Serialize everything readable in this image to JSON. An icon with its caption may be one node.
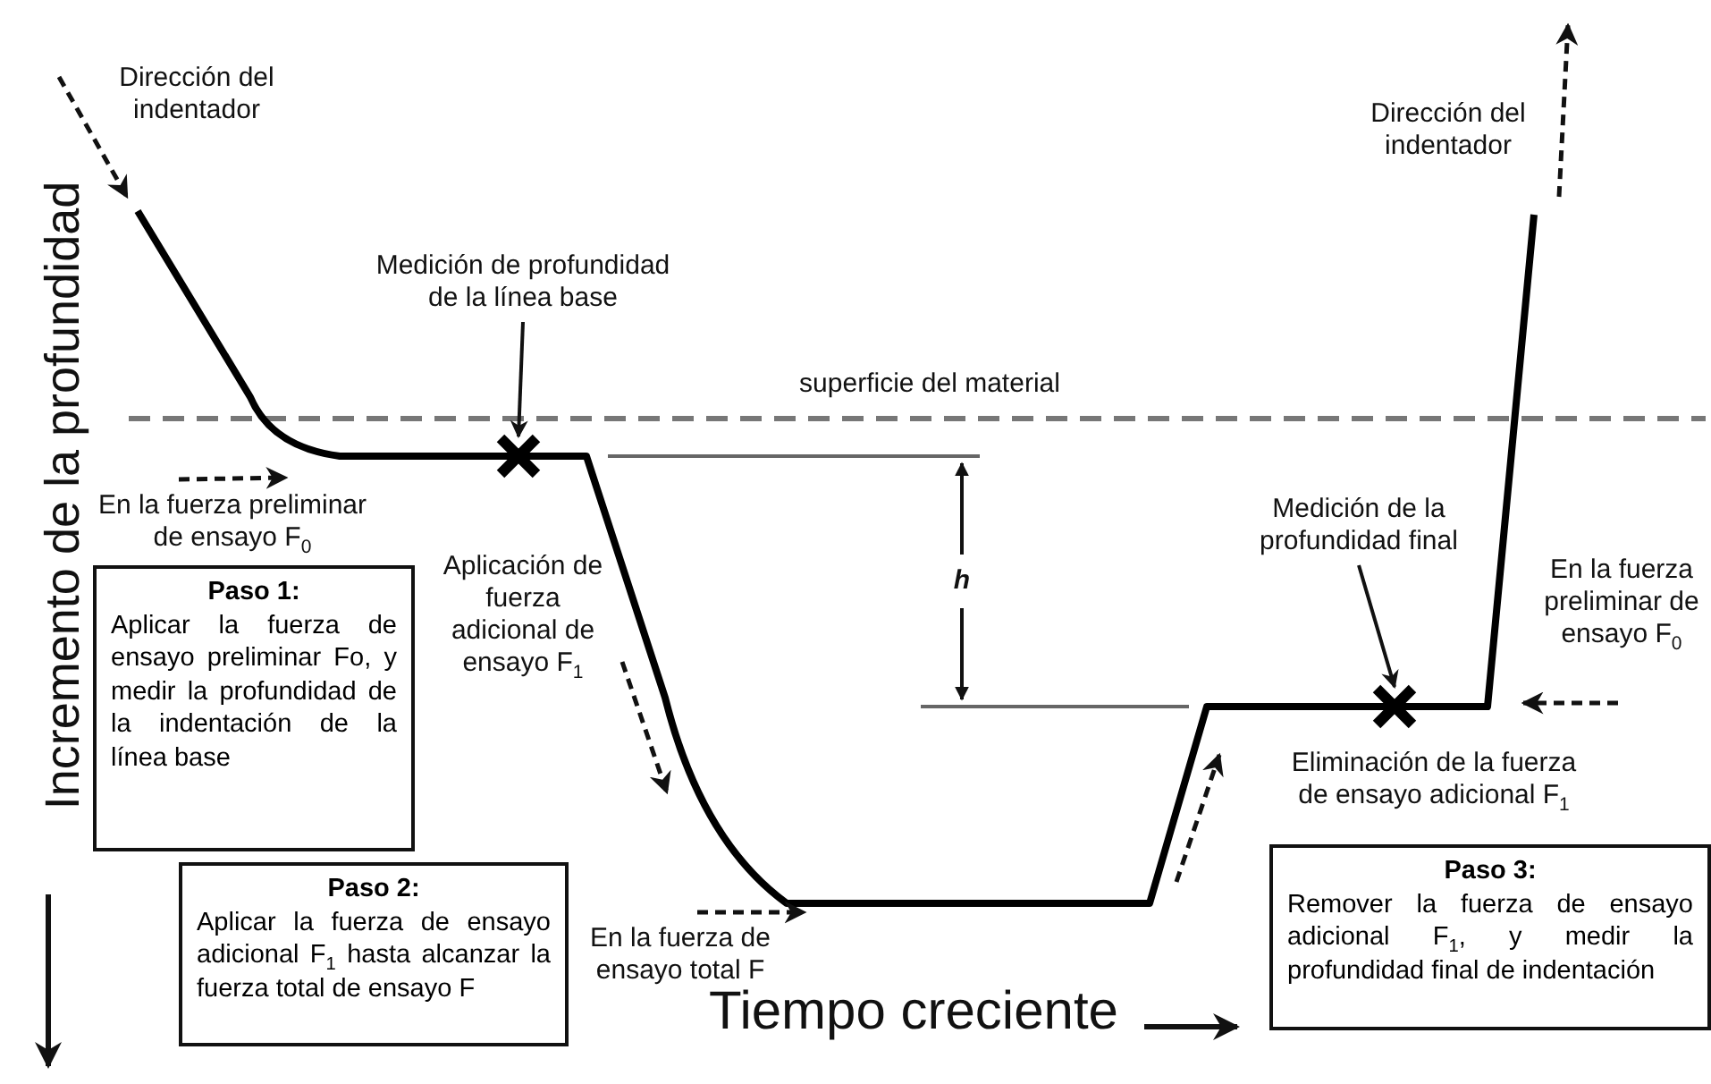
{
  "diagram": {
    "nodes": [
      {
        "text": [
          "Medición de profundidad de la línea base"
        ]
      },
      {
        "text": [],
        "shape": "cross"
      },
      {
        "text": [
          "Medición de la profundidad final"
        ]
      },
      {
        "text": [],
        "shape": "cross"
      },
      {
        "text": [
          "Paso 1:",
          "Aplicar la fuerza de ensayo preliminar Fo, y medir la profundidad de la indentación de la línea base"
        ]
      },
      {
        "text": [
          "Paso 2:",
          "Aplicar la fuerza de ensayo adicional F$_{1}$ hasta alcanzar la fuerza total de ensayo F"
        ]
      },
      {
        "text": [
          "Paso 3:",
          "Remover la fuerza de ensayo adicional F$_{1}$, y medir la profundidad final de indentación"
        ]
      }
    ],
    "edges": [
      {
        "from": 0,
        "to": 1,
        "arrow": "to"
      },
      {
        "from": 2,
        "to": 3,
        "arrow": "to"
      }
    ],
    "labels": [
      "Dirección del indentador",
      "Dirección del indentador",
      "superficie del material",
      "En la fuerza preliminar de ensayo F$_{0}$",
      "h",
      "Aplicación de fuerza adicional de ensayo F$_{1}$",
      "En la fuerza preliminar de ensayo F$_{0}$",
      "Eliminación de la fuerza de ensayo adicional F$_{1}$",
      "En la fuerza de ensayo total F",
      "Incremento de la profundidad",
      "Tiempo creciente"
    ]
  }
}
